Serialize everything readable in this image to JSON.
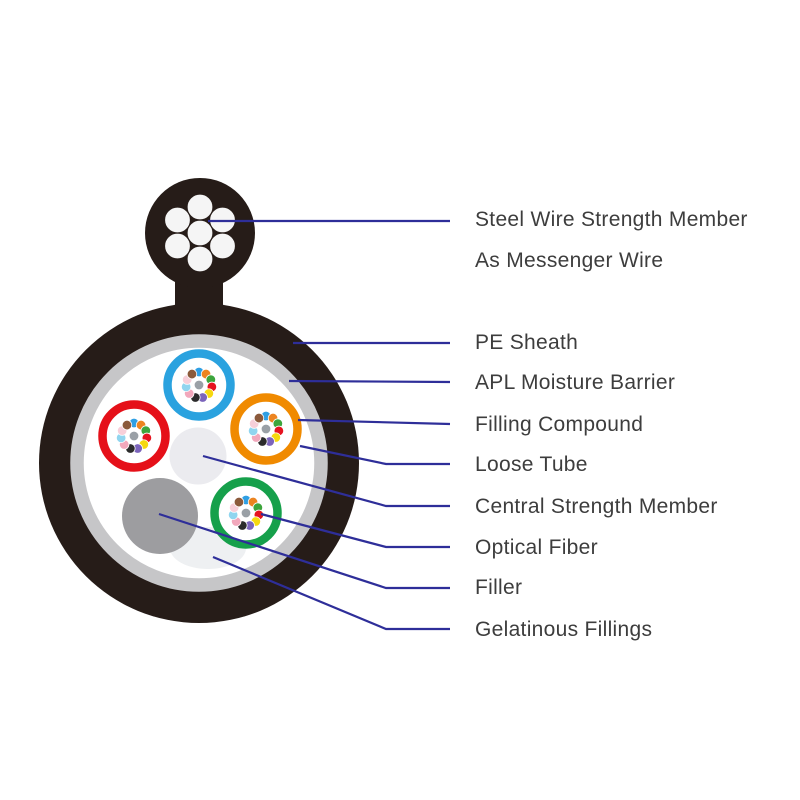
{
  "diagram": {
    "subject": "Figure-8 self-supporting aerial fiber optic cable cross-section",
    "steel_wire_count": 7,
    "fibers_per_tube": 12,
    "loose_tube_count": 4
  },
  "labels": [
    {
      "id": "steel-wire",
      "text": "Steel Wire Strength Member",
      "line2": "As Messenger Wire"
    },
    {
      "id": "pe-sheath",
      "text": "PE Sheath"
    },
    {
      "id": "apl-moisture-barrier",
      "text": "APL Moisture Barrier"
    },
    {
      "id": "filling-compound",
      "text": "Filling Compound"
    },
    {
      "id": "loose-tube",
      "text": "Loose Tube"
    },
    {
      "id": "central-strength-member",
      "text": "Central Strength Member"
    },
    {
      "id": "optical-fiber",
      "text": "Optical Fiber"
    },
    {
      "id": "filler",
      "text": "Filler"
    },
    {
      "id": "gelatinous-fillings",
      "text": "Gelatinous Fillings"
    }
  ],
  "colors": {
    "sheath": "#261c18",
    "moisture_barrier": "#c6c6c8",
    "steel_wire": "#f5f5f5",
    "central_member": "#ebebef",
    "gelatinous_tint": "#eef0f2",
    "filler": "#9d9da0",
    "tube_interior": "#ffffff",
    "leader_line": "#2e2e99",
    "label_text": "#3d3d3d",
    "background": "#ffffff"
  },
  "loose_tubes": [
    {
      "name": "blue-loose-tube",
      "color": "#2aa2df"
    },
    {
      "name": "red-loose-tube",
      "color": "#e51019"
    },
    {
      "name": "orange-loose-tube",
      "color": "#f08a00"
    },
    {
      "name": "green-loose-tube",
      "color": "#16a04b"
    }
  ],
  "fiber_colors": [
    {
      "name": "blue",
      "hex": "#2f9fe3"
    },
    {
      "name": "orange",
      "hex": "#ec8420"
    },
    {
      "name": "green",
      "hex": "#3da53c"
    },
    {
      "name": "red",
      "hex": "#e6131f"
    },
    {
      "name": "yellow",
      "hex": "#f6d80f"
    },
    {
      "name": "violet",
      "hex": "#7b64bb"
    },
    {
      "name": "black",
      "hex": "#2b2b2b"
    },
    {
      "name": "rose",
      "hex": "#f2a8bc"
    },
    {
      "name": "aqua",
      "hex": "#90d5ef"
    },
    {
      "name": "pink",
      "hex": "#f7cfd9"
    },
    {
      "name": "brown",
      "hex": "#8b5a3b"
    },
    {
      "name": "slate",
      "hex": "#9aa0a6"
    }
  ]
}
